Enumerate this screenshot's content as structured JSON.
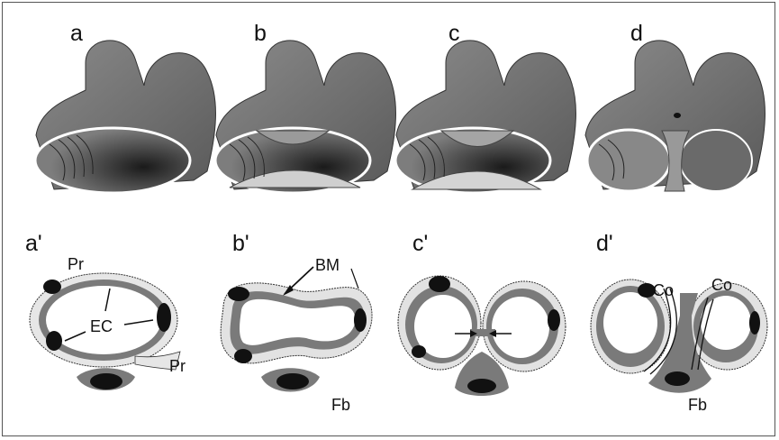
{
  "panels_top": [
    "a",
    "b",
    "c",
    "d"
  ],
  "panels_bottom": [
    "a'",
    "b'",
    "c'",
    "d'"
  ],
  "labels": {
    "pr": "Pr",
    "ec": "EC",
    "bm": "BM",
    "fb": "Fb",
    "co": "Co"
  },
  "colors": {
    "tissue_gray": "#7a7a7a",
    "light_layer": "#e2e2e2",
    "nucleus": "#111111",
    "tube_dark": "#6b6b6b"
  }
}
